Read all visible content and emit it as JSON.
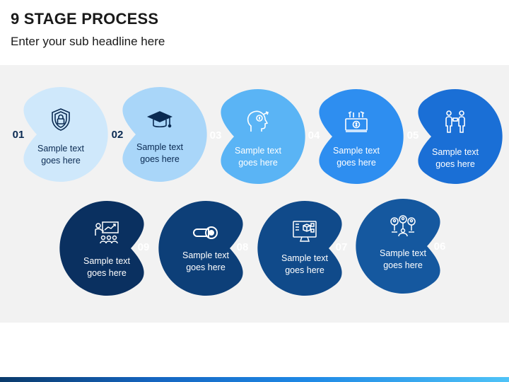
{
  "title": "9 STAGE PROCESS",
  "subtitle": "Enter your sub headline here",
  "stages": [
    {
      "number": "01",
      "text_line1": "Sample text",
      "text_line2": "goes here",
      "icon": "shield-lock-icon",
      "color": "#cfe8fb"
    },
    {
      "number": "02",
      "text_line1": "Sample text",
      "text_line2": "goes here",
      "icon": "graduation-cap-icon",
      "color": "#a9d6f9"
    },
    {
      "number": "03",
      "text_line1": "Sample text",
      "text_line2": "goes here",
      "icon": "head-dollar-icon",
      "color": "#5ab4f5"
    },
    {
      "number": "04",
      "text_line1": "Sample text",
      "text_line2": "goes here",
      "icon": "money-bank-icon",
      "color": "#2e8ef0"
    },
    {
      "number": "05",
      "text_line1": "Sample text",
      "text_line2": "goes here",
      "icon": "people-trade-icon",
      "color": "#1a6fd6"
    },
    {
      "number": "06",
      "text_line1": "Sample text",
      "text_line2": "goes here",
      "icon": "team-network-icon",
      "color": "#15589f"
    },
    {
      "number": "07",
      "text_line1": "Sample text",
      "text_line2": "goes here",
      "icon": "computer-cube-icon",
      "color": "#104a8a"
    },
    {
      "number": "08",
      "text_line1": "Sample text",
      "text_line2": "goes here",
      "icon": "key-toggle-icon",
      "color": "#0d3f78"
    },
    {
      "number": "09",
      "text_line1": "Sample text",
      "text_line2": "goes here",
      "icon": "presentation-icon",
      "color": "#0a3060"
    }
  ]
}
